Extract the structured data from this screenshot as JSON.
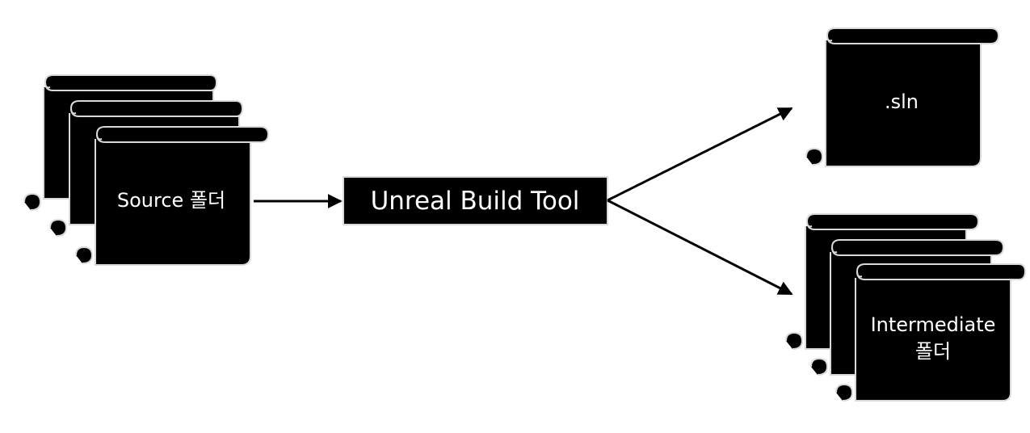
{
  "diagram": {
    "source_label": "Source 폴더",
    "tool_label": "Unreal Build Tool",
    "sln_label": ".sln",
    "intermediate_label_line1": "Intermediate",
    "intermediate_label_line2": "폴더"
  },
  "colors": {
    "background": "#ffffff",
    "shape_fill": "#000000",
    "shape_outline": "#d9d9d9",
    "text": "#ffffff",
    "arrow": "#000000"
  },
  "icons": [
    "scroll-icon",
    "arrow-right-icon"
  ]
}
